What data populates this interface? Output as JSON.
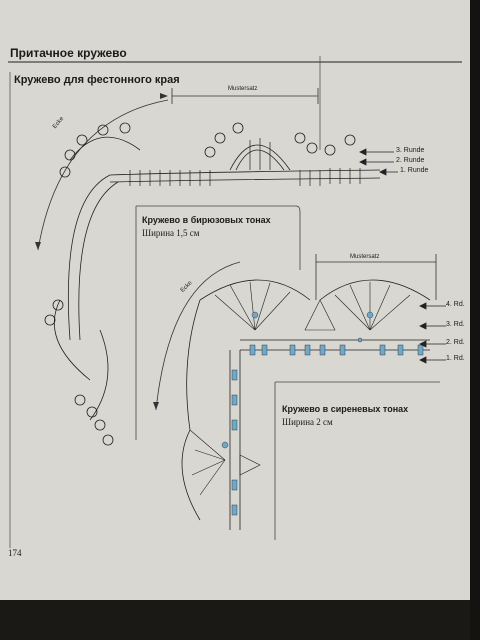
{
  "page": {
    "section_title": "Притачное кружево",
    "page_number": "174"
  },
  "lace1": {
    "title": "Кружево для фестонного края",
    "label_mustersatz": "Mustersatz",
    "label_ecke": "Ecke",
    "rounds": [
      "3. Runde",
      "2. Runde",
      "1. Runde"
    ]
  },
  "lace2": {
    "title": "Кружево в бирюзовых тонах",
    "width": "Ширина 1,5 см",
    "label_mustersatz": "Mustersatz",
    "label_ecke": "Ecke"
  },
  "lace3": {
    "title": "Кружево в сиреневых тонах",
    "width": "Ширина 2 см",
    "rounds": [
      "4. Rd.",
      "3. Rd.",
      "2. Rd.",
      "1. Rd."
    ]
  },
  "colors": {
    "page": "#d9d7d2",
    "ink": "#1b1b1b",
    "accent_blue": "#6fa9c9"
  }
}
